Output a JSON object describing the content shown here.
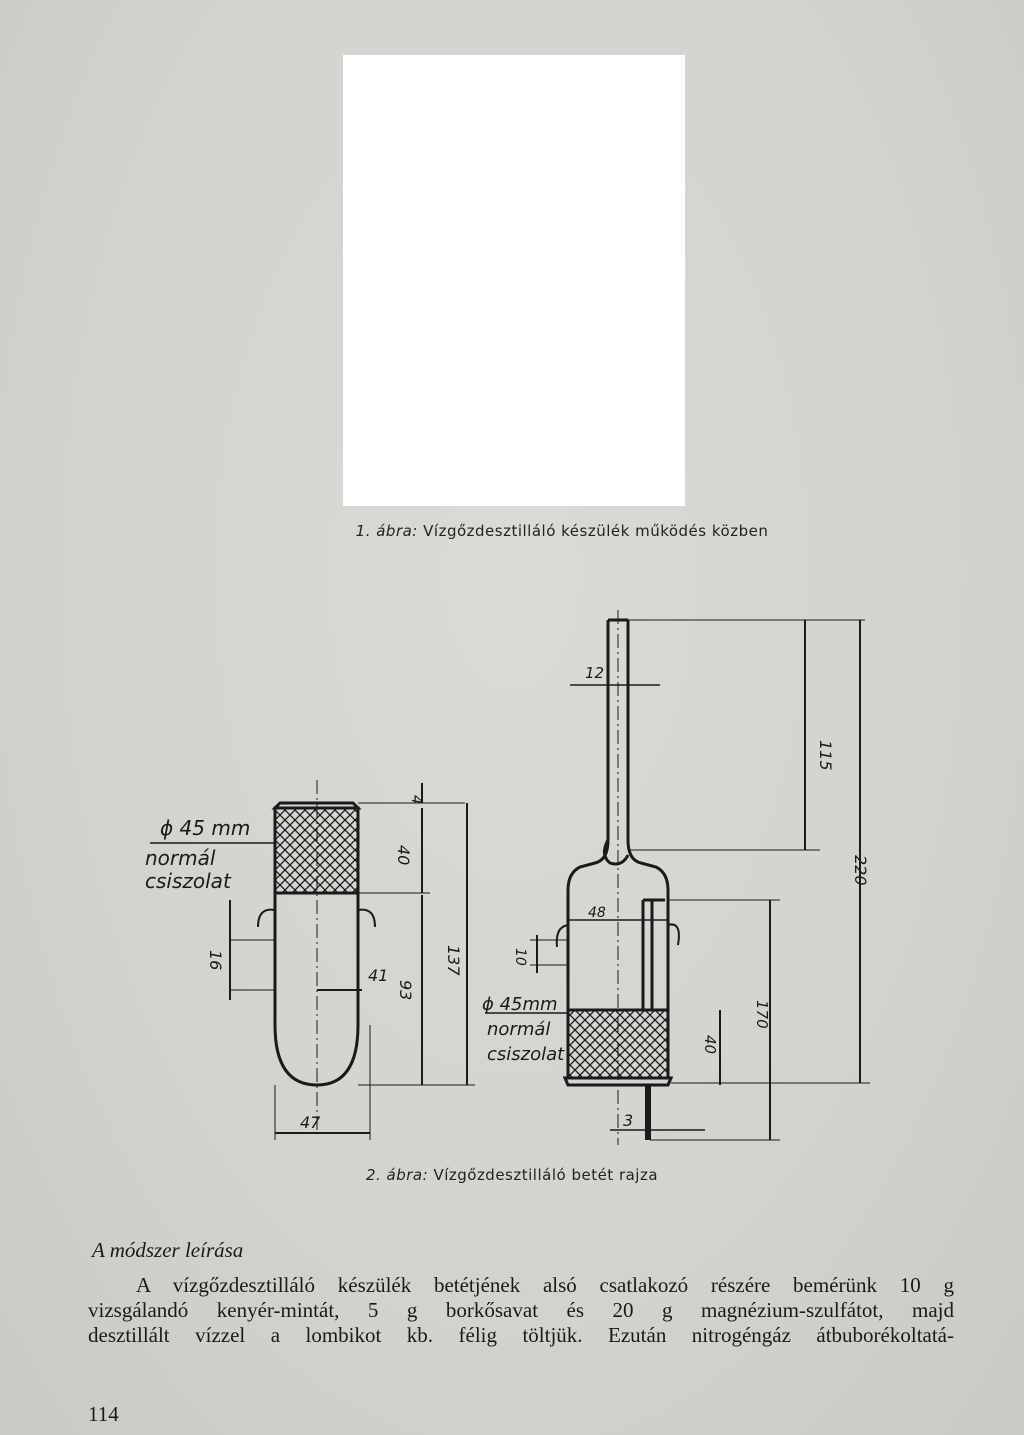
{
  "figure1": {
    "label": "1. ábra:",
    "caption": "Vízgőzdesztilláló készülék működés közben"
  },
  "figure2": {
    "label": "2. ábra:",
    "caption": "Vízgőzdesztilláló betét rajza",
    "annotations": {
      "left_diameter": "ϕ 45 mm",
      "left_normal": "normál",
      "left_grind": "csiszolat",
      "dim_4": "4",
      "dim_40": "40",
      "dim_16": "16",
      "dim_41": "41",
      "dim_93": "93",
      "dim_137": "137",
      "dim_47": "47",
      "dim_12": "12",
      "dim_115": "115",
      "dim_220": "220",
      "dim_48": "48",
      "dim_10": "10",
      "right_diameter": "ϕ 45mm",
      "right_normal": "normál",
      "right_grind": "csiszolat",
      "dim_40b": "40",
      "dim_170": "170",
      "dim_3": "3"
    }
  },
  "section": {
    "heading": "A módszer leírása",
    "lines": [
      "A vízgőzdesztilláló készülék betétjének alsó csatlakozó részére bemérünk 10 g",
      "vizsgálandó kenyér-mintát, 5 g borkősavat és 20 g magnézium-szulfátot, majd",
      "desztillált vízzel a lombikot kb. félig töltjük. Ezután nitrogéngáz átbuborékoltatá-"
    ]
  },
  "page_number": "114"
}
